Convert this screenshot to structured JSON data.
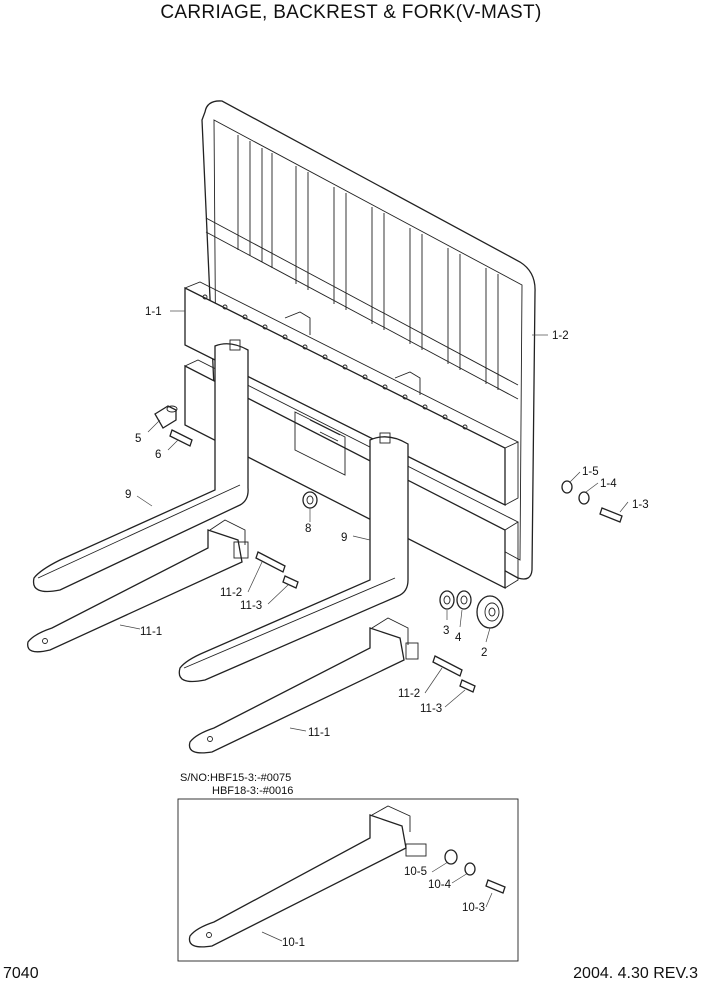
{
  "page": {
    "title": "CARRIAGE, BACKREST & FORK(V-MAST)",
    "page_number": "7040",
    "revision": "2004. 4.30 REV.3"
  },
  "serial_note": {
    "line1": "S/NO:HBF15-3:-#0075",
    "line2": "HBF18-3:-#0016"
  },
  "callouts": {
    "c1_1": "1-1",
    "c1_2": "1-2",
    "c1_3": "1-3",
    "c1_4": "1-4",
    "c1_5": "1-5",
    "c2": "2",
    "c3": "3",
    "c4": "4",
    "c5": "5",
    "c6": "6",
    "c8": "8",
    "c9a": "9",
    "c9b": "9",
    "c11_1a": "11-1",
    "c11_1b": "11-1",
    "c11_2a": "11-2",
    "c11_2b": "11-2",
    "c11_3a": "11-3",
    "c11_3b": "11-3",
    "c10_1": "10-1",
    "c10_3": "10-3",
    "c10_4": "10-4",
    "c10_5": "10-5"
  }
}
